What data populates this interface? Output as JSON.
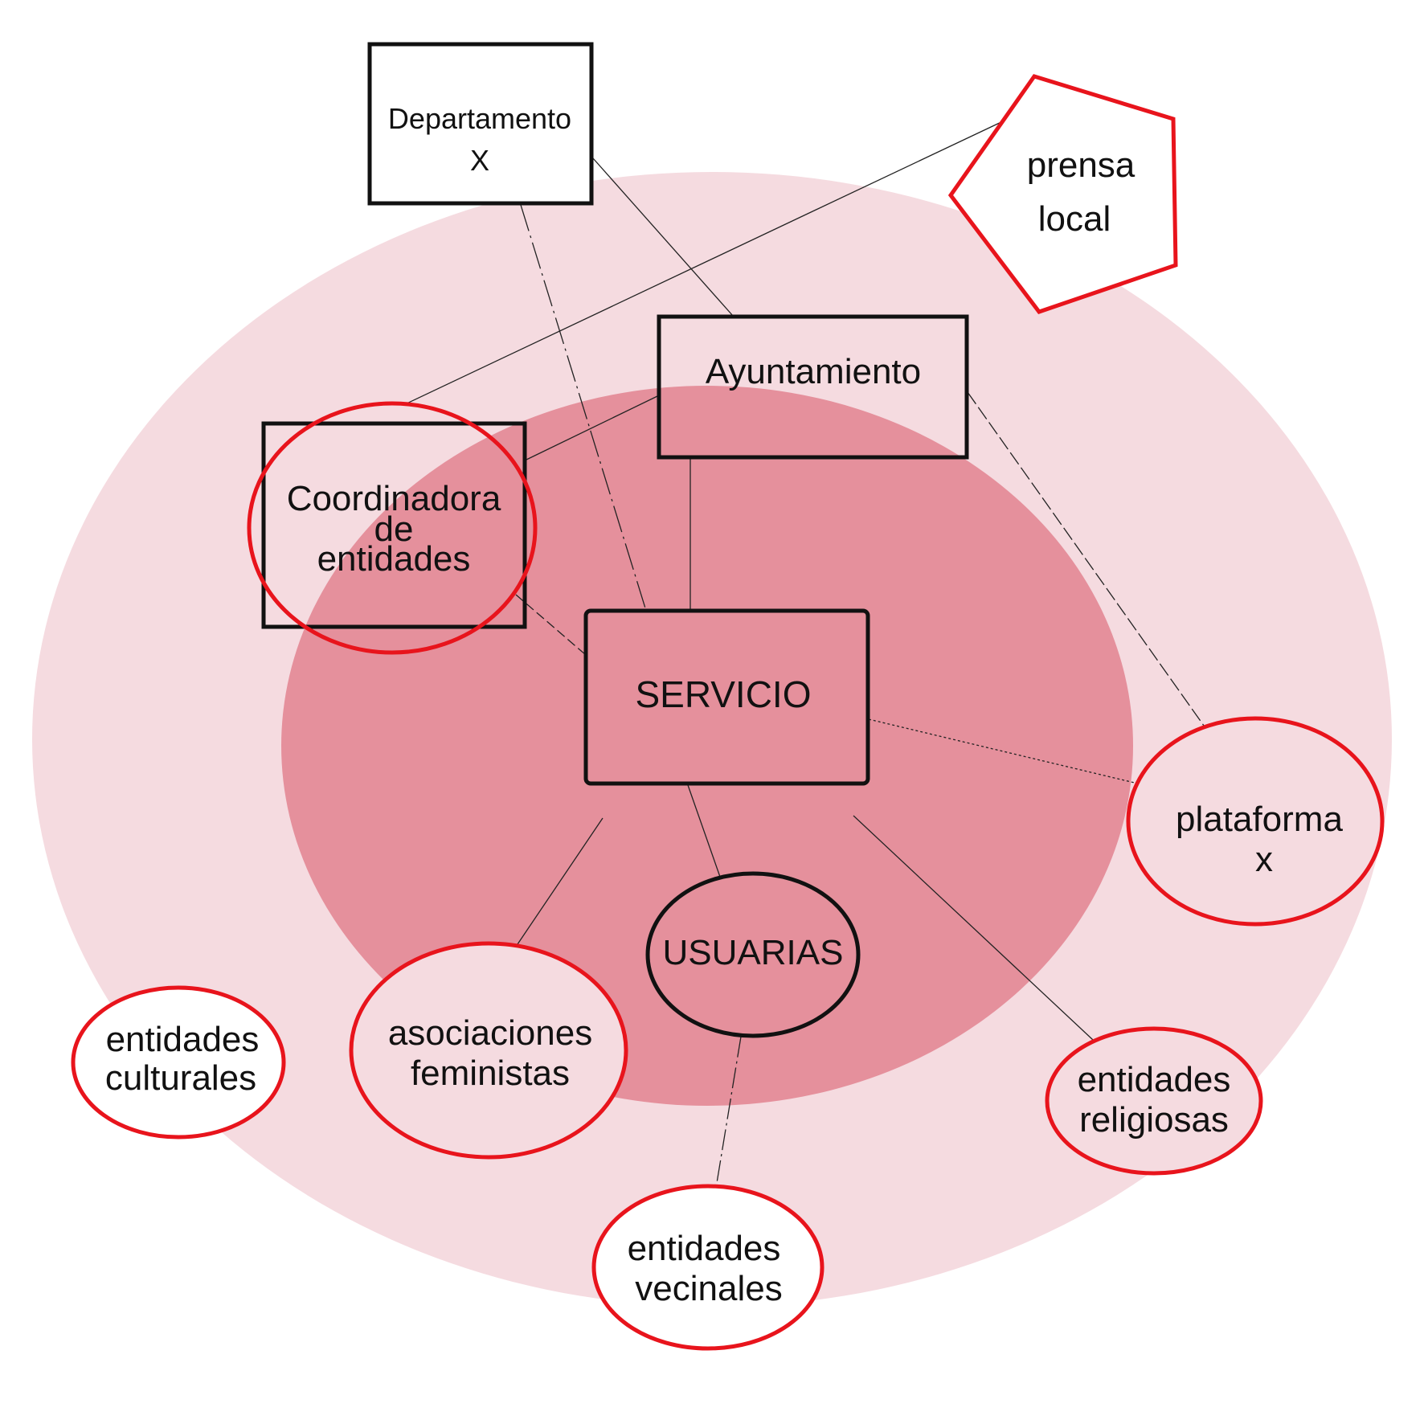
{
  "colors": {
    "outer_ring": "#f5dbe0",
    "inner_ring": "#e5909c",
    "red_outline": "#e8141c",
    "black_outline": "#111111"
  },
  "nodes": {
    "departamento": {
      "line1": "Departamento",
      "line2": "X"
    },
    "prensa": {
      "line1": "prensa",
      "line2": "local"
    },
    "ayuntamiento": {
      "label": "Ayuntamiento"
    },
    "coordinadora": {
      "line1": "Coordinadora",
      "line2": "de",
      "line3": "entidades"
    },
    "servicio": {
      "label": "SERVICIO"
    },
    "plataforma": {
      "line1": "plataforma",
      "line2": "x"
    },
    "usuarias": {
      "label": "USUARIAS"
    },
    "culturales": {
      "line1": "entidades",
      "line2": "culturales"
    },
    "feministas": {
      "line1": "asociaciones",
      "line2": "feministas"
    },
    "religiosas": {
      "line1": "entidades",
      "line2": "religiosas"
    },
    "vecinales": {
      "line1": "entidades",
      "line2": "vecinales"
    }
  }
}
